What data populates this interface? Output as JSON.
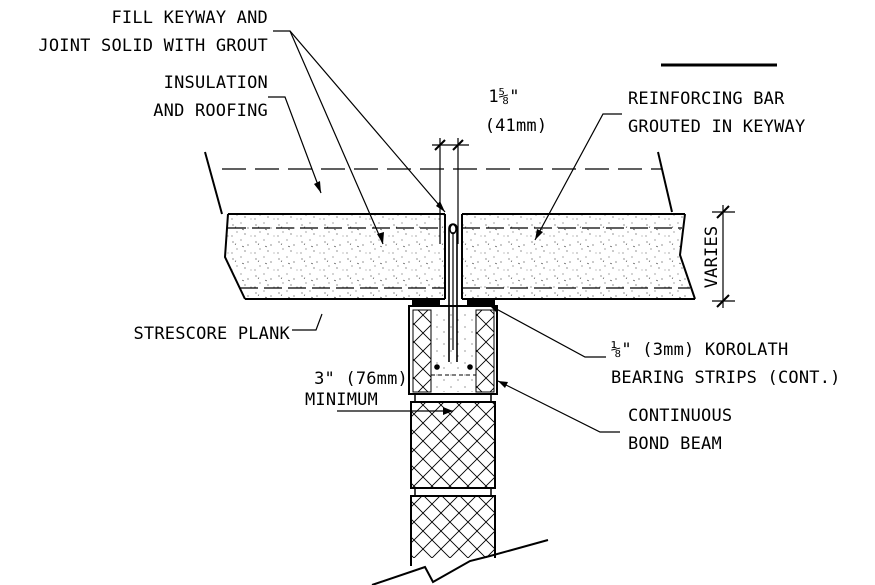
{
  "labels": {
    "fill_keyway_1": "FILL KEYWAY AND",
    "fill_keyway_2": "JOINT SOLID WITH GROUT",
    "insulation_1": "INSULATION",
    "insulation_2": "AND ROOFING",
    "joint_width_imperial": "1⅝\"",
    "joint_width_metric": "(41mm)",
    "rebar_1": "REINFORCING BAR",
    "rebar_2": "GROUTED IN KEYWAY",
    "varies": "VARIES",
    "plank": "STRESCORE PLANK",
    "bearing_1": "3\" (76mm)",
    "bearing_2": "MINIMUM",
    "strip_1": "⅛\" (3mm) KOROLATH",
    "strip_2": "BEARING STRIPS (CONT.)",
    "bond_1": "CONTINUOUS",
    "bond_2": "BOND BEAM"
  },
  "colors": {
    "line": "#000000",
    "background": "#ffffff"
  }
}
